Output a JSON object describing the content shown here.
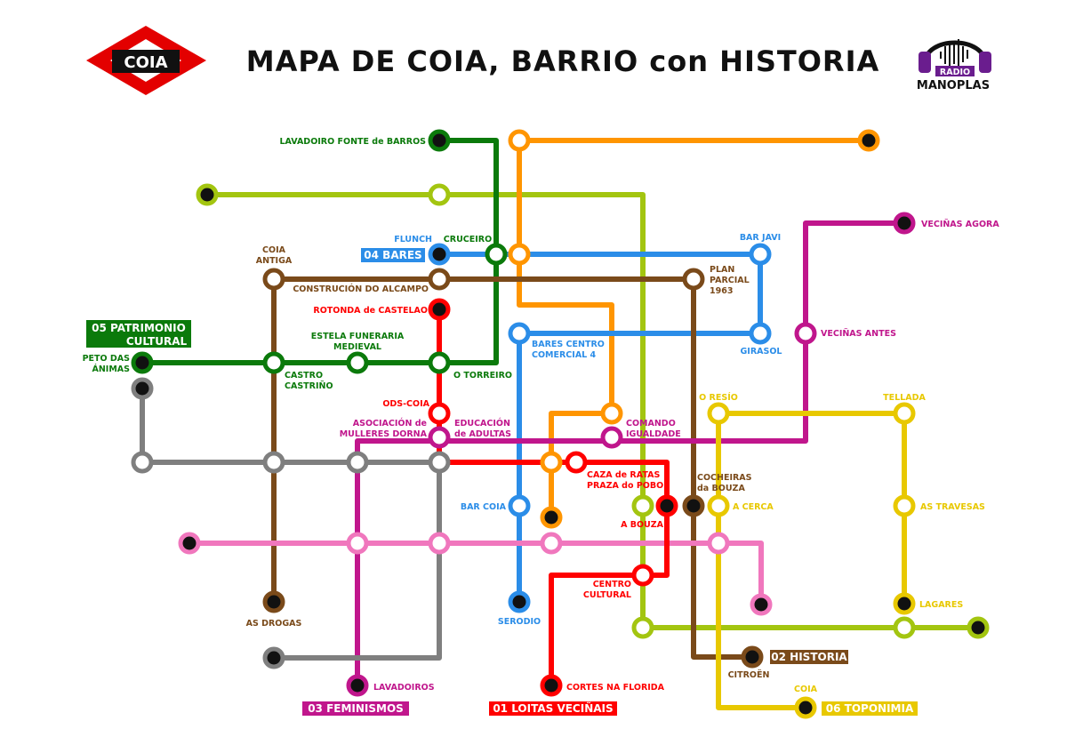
{
  "title": "MAPA DE COIA, BARRIO con HISTORIA",
  "logo_left": "COIA",
  "logo_right": {
    "line1": "RADIO",
    "line2": "MANOPLAS"
  },
  "colors": {
    "red": "#ff0000",
    "green": "#0b7a0b",
    "brown": "#7a4a1a",
    "blue": "#2b8de8",
    "orange": "#ff9500",
    "lime": "#a3c510",
    "magenta": "#c0168c",
    "gray": "#7f7f7f",
    "pink": "#f077bd",
    "yellow": "#e8c800",
    "logo_red": "#e30000",
    "logo_black": "#111111",
    "radio_purple": "#6a1d8e"
  },
  "lines": {
    "l01": "01 LOITAS VECIÑAIS",
    "l02": "02 HISTORIA",
    "l03": "03 FEMINISMOS",
    "l04": "04 BARES",
    "l05a": "05 PATRIMONIO",
    "l05b": "CULTURAL",
    "l06": "06 TOPONIMIA"
  },
  "labels": {
    "lavadoiro_fonte": "LAVADOIRO FONTE de BARROS",
    "vecinas_agora": "VECIÑAS AGORA",
    "flunch": "FLUNCH",
    "cruceiro": "CRUCEIRO",
    "bar_javi": "BAR JAVI",
    "coia_antiga_1": "COIA",
    "coia_antiga_2": "ANTIGA",
    "construcion": "CONSTRUCIÓN DO ALCAMPO",
    "plan_1": "PLAN",
    "plan_2": "PARCIAL",
    "plan_3": "1963",
    "rotonda": "ROTONDA de CASTELAO",
    "bares_cc_1": "BARES CENTRO",
    "bares_cc_2": "COMERCIAL 4",
    "girasol": "GIRASOL",
    "vecinas_antes": "VECIÑAS ANTES",
    "estela_1": "ESTELA FUNERARIA",
    "estela_2": "MEDIEVAL",
    "peto_1": "PETO DAS",
    "peto_2": "ÁNIMAS",
    "castro_1": "CASTRO",
    "castro_2": "CASTRIÑO",
    "torreiro": "O TORREIRO",
    "ods": "ODS-COIA",
    "resio": "O RESÍO",
    "tellada": "TELLADA",
    "asoc_1": "ASOCIACIÓN de",
    "asoc_2": "MULLERES DORNA",
    "educ_1": "EDUCACIÓN",
    "educ_2": "de ADULTAS",
    "comando_1": "COMANDO",
    "comando_2": "IGUALDADE",
    "caza_1": "CAZA de RATAS",
    "caza_2": "PRAZA do POBO",
    "cocheiras_1": "COCHEIRAS",
    "cocheiras_2": "da BOUZA",
    "bar_coia": "BAR COIA",
    "a_bouza": "A BOUZA",
    "a_cerca": "A CERCA",
    "as_travesas": "AS TRAVESAS",
    "centro_1": "CENTRO",
    "centro_2": "CULTURAL",
    "as_drogas": "AS DROGAS",
    "serodio": "SERODIO",
    "lagares": "LAGARES",
    "citroen": "CITROËN",
    "lavadoiros": "LAVADOIROS",
    "cortes": "CORTES NA FLORIDA",
    "coia": "COIA"
  }
}
